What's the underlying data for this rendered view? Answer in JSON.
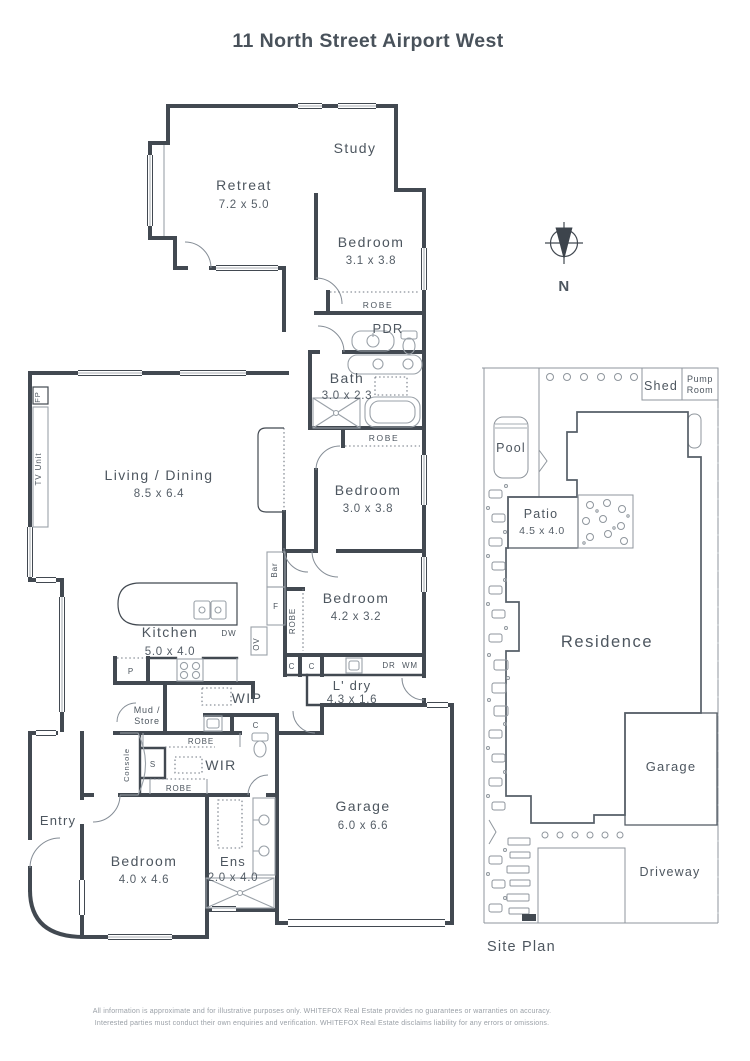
{
  "title": "11 North Street Airport West",
  "compass": {
    "north_label": "N"
  },
  "floorplan": {
    "rooms": {
      "study": {
        "name": "Study"
      },
      "retreat": {
        "name": "Retreat",
        "dims": "7.2 x 5.0"
      },
      "bedroom1": {
        "name": "Bedroom",
        "dims": "3.1 x 3.8"
      },
      "pdr": {
        "name": "PDR"
      },
      "bath": {
        "name": "Bath",
        "dims": "3.0 x 2.3"
      },
      "living_dining": {
        "name": "Living / Dining",
        "dims": "8.5 x 6.4"
      },
      "bedroom2": {
        "name": "Bedroom",
        "dims": "3.0 x 3.8"
      },
      "bedroom3": {
        "name": "Bedroom",
        "dims": "4.2 x 3.2"
      },
      "kitchen": {
        "name": "Kitchen",
        "dims": "5.0 x 4.0"
      },
      "laundry": {
        "name": "L' dry",
        "dims": "4.3 x 1.6"
      },
      "wip": {
        "name": "WIP"
      },
      "mud_store": {
        "line1": "Mud /",
        "line2": "Store"
      },
      "wir": {
        "name": "WIR"
      },
      "entry": {
        "name": "Entry"
      },
      "bedroom4": {
        "name": "Bedroom",
        "dims": "4.0 x 4.6"
      },
      "ensuite": {
        "name": "Ens",
        "dims": "2.0 x 4.0"
      },
      "garage": {
        "name": "Garage",
        "dims": "6.0 x 6.6"
      }
    },
    "fixtures": {
      "robe": "ROBE",
      "fp": "FP",
      "tv_unit": "TV Unit",
      "cupboard": "C",
      "bar": "Bar",
      "fridge": "F",
      "oven": "OV",
      "dishwasher": "DW",
      "pantry": "P",
      "sink": "S",
      "console": "Console",
      "dryer": "DR",
      "washer": "WM"
    }
  },
  "site_plan": {
    "labels": {
      "shed": "Shed",
      "pump_room_line1": "Pump",
      "pump_room_line2": "Room",
      "pool": "Pool",
      "patio": "Patio",
      "patio_dims": "4.5 x 4.0",
      "residence": "Residence",
      "garage": "Garage",
      "driveway": "Driveway",
      "caption": "Site Plan"
    }
  },
  "footer": {
    "line1": "All information is approximate and for illustrative purposes only. WHITEFOX Real Estate provides no guarantees or warranties on accuracy.",
    "line2": "Interested parties must conduct their own enquiries and verification. WHITEFOX Real Estate disclaims liability for any errors or omissions."
  },
  "colors": {
    "wall": "#424951",
    "text": "#4d565f",
    "fixture_gray": "#9aa1a8",
    "site_gray": "#a6acb3",
    "footer_text": "#9aa0a7"
  }
}
